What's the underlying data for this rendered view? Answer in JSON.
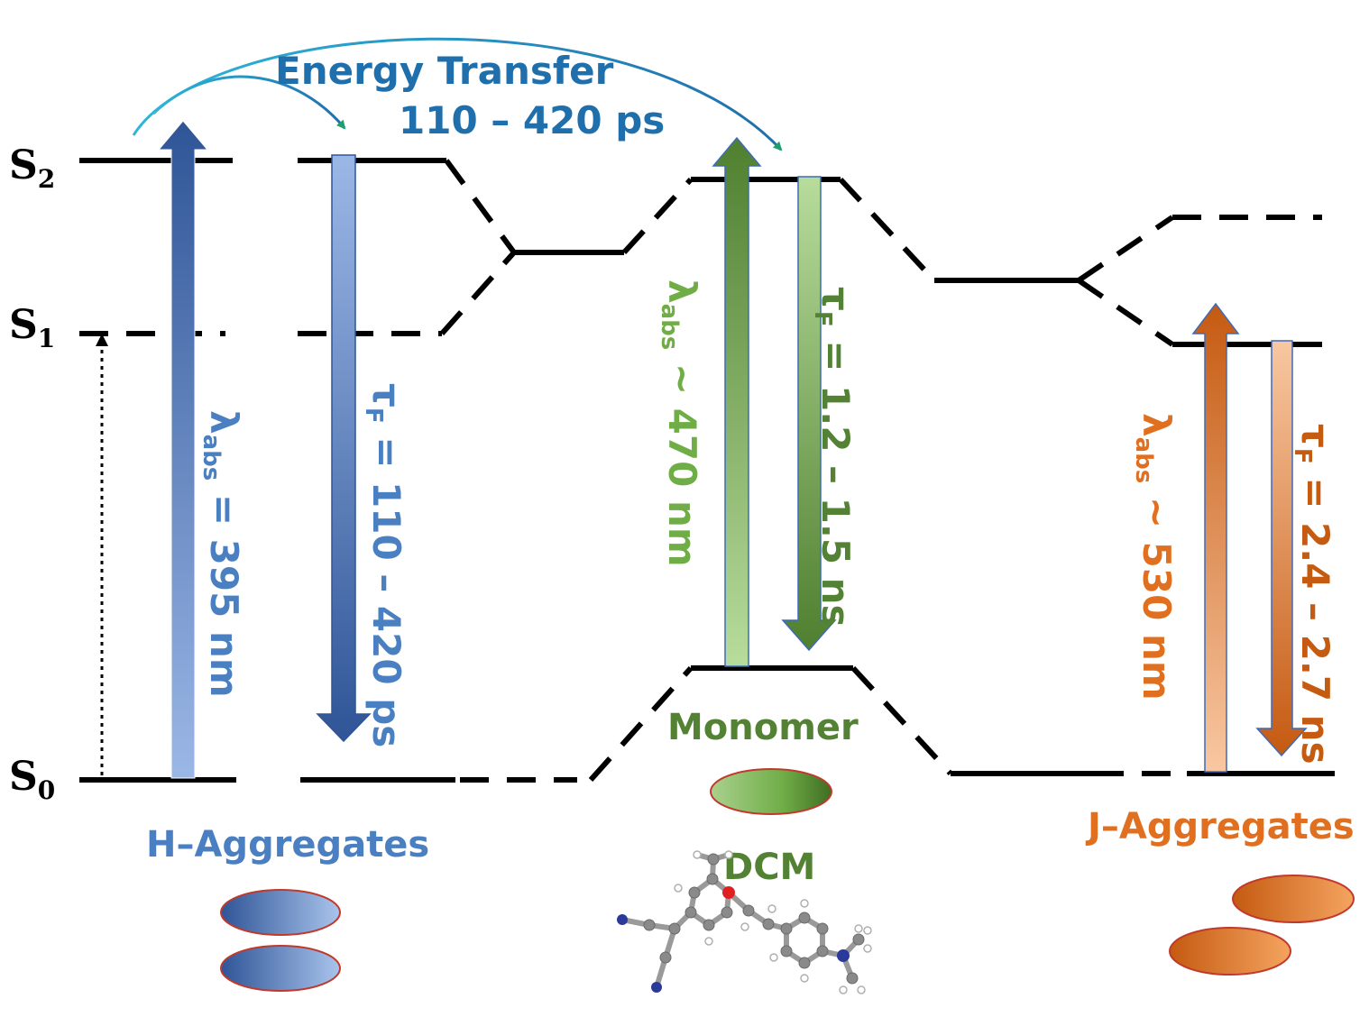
{
  "states": {
    "s2": {
      "main": "S",
      "sub": "2"
    },
    "s1": {
      "main": "S",
      "sub": "1"
    },
    "s0": {
      "main": "S",
      "sub": "0"
    }
  },
  "energy_transfer": {
    "title": "Energy Transfer",
    "time": "110 – 420 ps"
  },
  "h_aggregates": {
    "title": "H–Aggregates",
    "abs_symbol": "λ",
    "abs_sub": "abs",
    "abs_value": " = 395 nm",
    "fl_symbol": "τ",
    "fl_sub": "F",
    "fl_value": " = 110 – 420 ps"
  },
  "monomer": {
    "title": "Monomer",
    "molecule": "DCM",
    "abs_symbol": "λ",
    "abs_sub": "abs",
    "abs_value": " ~ 470 nm",
    "fl_symbol": "τ",
    "fl_sub": "F",
    "fl_value": " = 1.2 – 1.5 ns"
  },
  "j_aggregates": {
    "title": "J–Aggregates",
    "abs_symbol": "λ",
    "abs_sub": "abs",
    "abs_value": " ~ 530 nm",
    "fl_symbol": "τ",
    "fl_sub": "F",
    "fl_value": " = 2.4 – 2.7 ns"
  },
  "colors": {
    "blue": "#2f5597",
    "blue_text": "#4a7fc1",
    "light_blue": "#8fb0e0",
    "green": "#548235",
    "light_green": "#a9d18e",
    "orange": "#c55a11",
    "light_orange": "#f4b183",
    "title_blue": "#1f6fad",
    "curve": "#2eb6d8",
    "arrowhead_green": "#1f9f6a"
  }
}
